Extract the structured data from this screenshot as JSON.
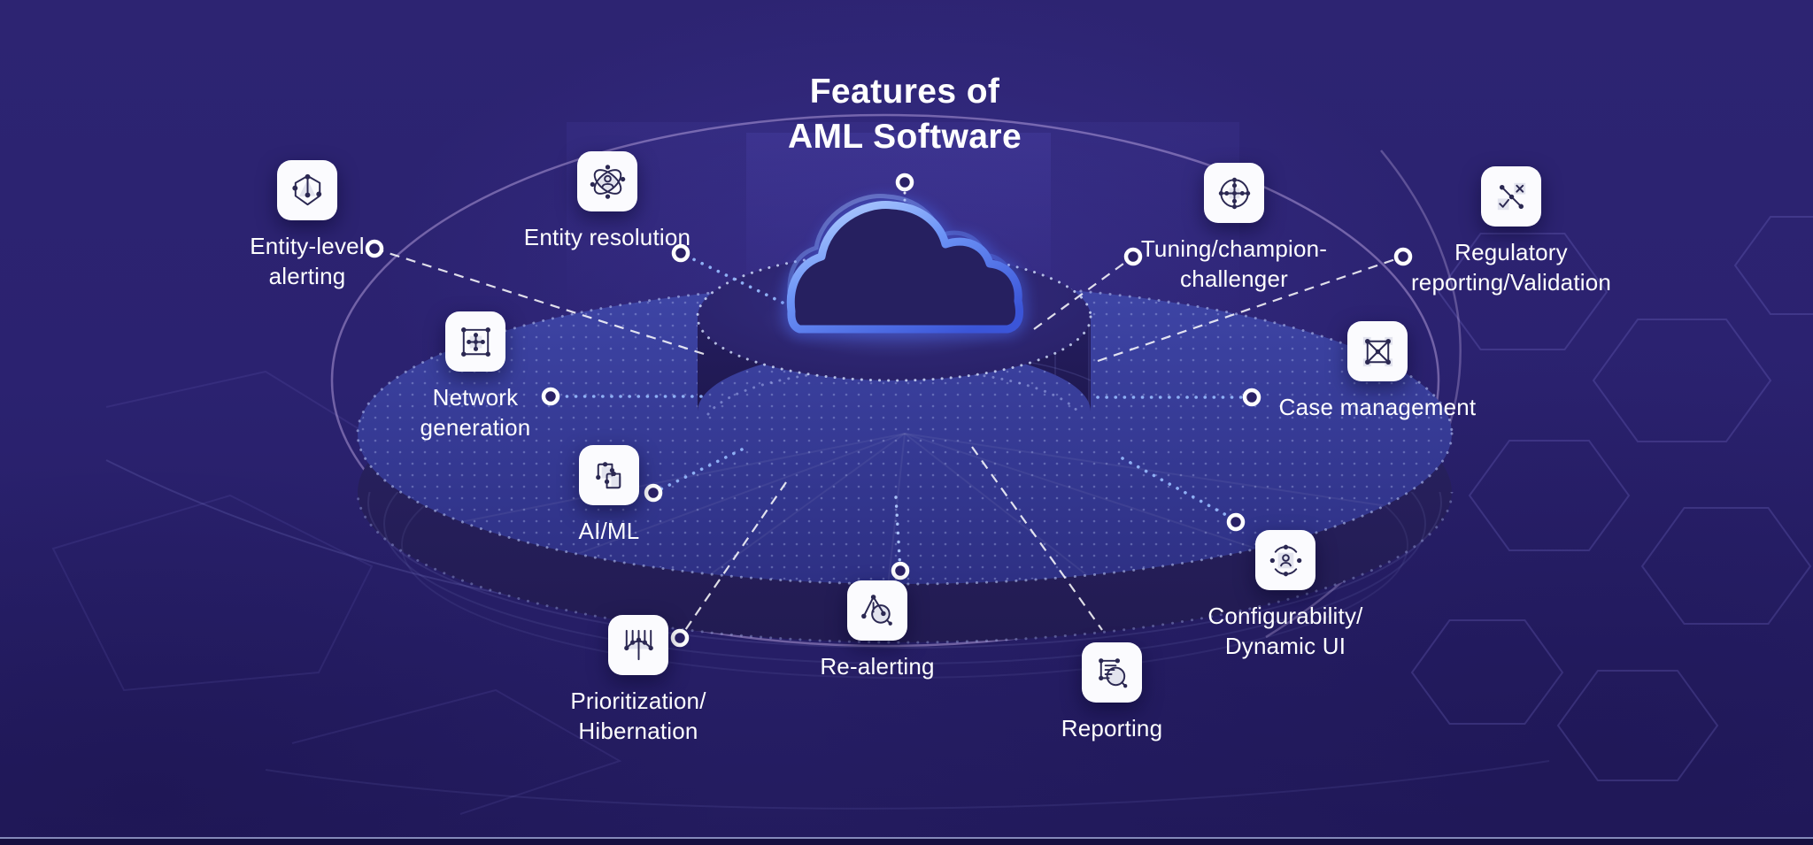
{
  "title": "Features of\nAML Software",
  "center": {
    "icon": "cloud-icon"
  },
  "colors": {
    "background": "#2b2270",
    "platform_top": "#373d97",
    "platform_side": "#251e5c",
    "cloud_stroke": "#6f9bff",
    "ring": "#cdb8ea",
    "tile": "#fbfbfe",
    "glyph": "#2b2852",
    "text": "#ffffff",
    "dotted_line": "#8fb0f5",
    "dashed_line": "#ffffff"
  },
  "features": [
    {
      "label": "Entity-level\nalerting",
      "icon": "entity-graph-icon",
      "connector": "dashed-white"
    },
    {
      "label": "Entity resolution",
      "icon": "atom-person-icon",
      "connector": "dotted-blue"
    },
    {
      "label": "Network\ngeneration",
      "icon": "node-grid-icon",
      "connector": "dotted-blue"
    },
    {
      "label": "AI/ML",
      "icon": "linked-pages-icon",
      "connector": "dotted-blue"
    },
    {
      "label": "Prioritization/\nHibernation",
      "icon": "pendulum-arc-icon",
      "connector": "dashed-white"
    },
    {
      "label": "Re-alerting",
      "icon": "alert-magnifier-icon",
      "connector": "dotted-blue"
    },
    {
      "label": "Reporting",
      "icon": "document-magnifier-icon",
      "connector": "dashed-white"
    },
    {
      "label": "Configurability/\nDynamic UI",
      "icon": "user-orbit-icon",
      "connector": "dotted-blue"
    },
    {
      "label": "Case management",
      "icon": "crossed-box-icon",
      "connector": "dotted-blue"
    },
    {
      "label": "Tuning/champion-\nchallenger",
      "icon": "crosshair-dots-icon",
      "connector": "dashed-white"
    },
    {
      "label": "Regulatory\nreporting/Validation",
      "icon": "check-cross-icon",
      "connector": "dashed-white"
    }
  ]
}
